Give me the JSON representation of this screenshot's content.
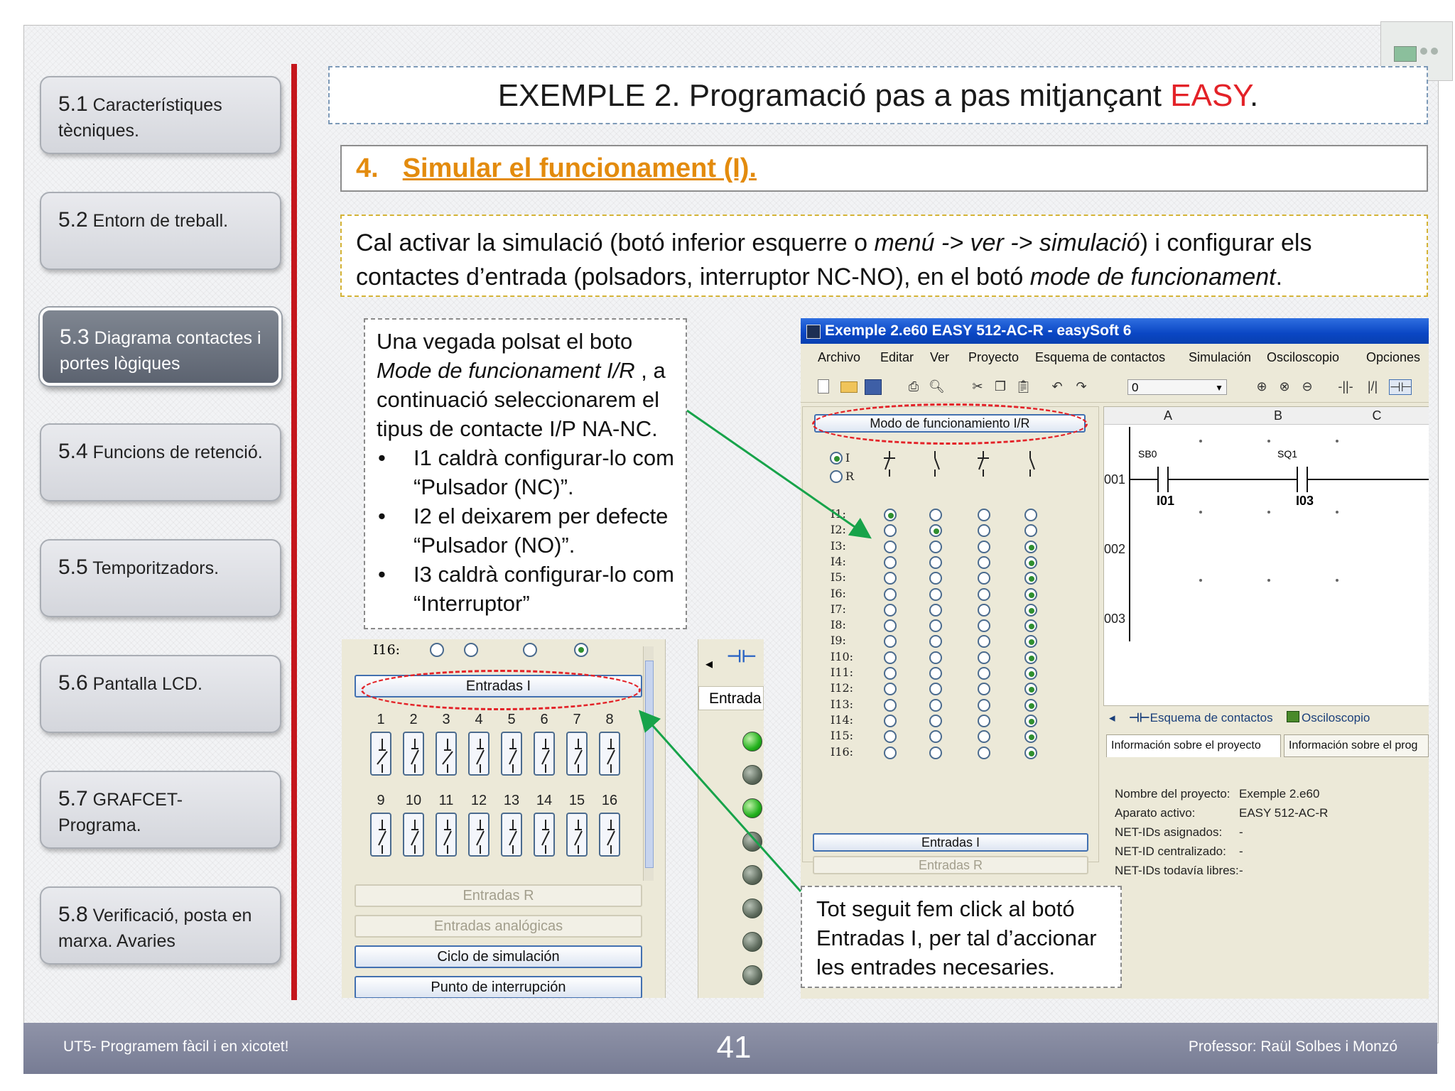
{
  "nav": [
    {
      "num": "5.1",
      "text": "Característiques tècniques.",
      "active": false
    },
    {
      "num": "5.2",
      "text": "Entorn de treball.",
      "active": false
    },
    {
      "num": "5.3",
      "text": "Diagrama contactes i portes lògiques",
      "active": true
    },
    {
      "num": "5.4",
      "text": "Funcions de retenció.",
      "active": false
    },
    {
      "num": "5.5",
      "text": "Temporitzadors.",
      "active": false
    },
    {
      "num": "5.6",
      "text": "Pantalla LCD.",
      "active": false
    },
    {
      "num": "5.7",
      "text": "GRAFCET-Programa.",
      "active": false
    },
    {
      "num": "5.8",
      "text": "Verificació, posta en marxa. Avaries",
      "active": false
    }
  ],
  "title": {
    "main": "EXEMPLE 2. Programació pas a pas mitjançant ",
    "highlight": "EASY",
    "end": "."
  },
  "step": {
    "num": "4.",
    "label": "Simular el funcionament (I)."
  },
  "instruction": {
    "p1": "Cal activar la simulació (botó inferior esquerre o ",
    "i1": "menú -> ver -> simulació",
    "p2": ") i configurar els contactes d’entrada (polsadors, interruptor NC-NO), en el botó ",
    "i2": "mode de funcionament",
    "p3": "."
  },
  "callout1": {
    "l1": "Una vegada polsat el boto",
    "l2i": "Mode de funcionament I/R",
    "l2": " , a continuació seleccionarem el tipus de contacte I/P NA-NC.",
    "bullets": [
      "I1 caldrà configurar-lo com “Pulsador (NC)”.",
      "I2 el deixarem per defecte “Pulsador (NO)”.",
      "I3 caldrà configurar-lo com “Interruptor”"
    ]
  },
  "callout2": {
    "text": "Tot seguit fem click al botó Entradas I, per tal d’accionar les entrades necesaries."
  },
  "left_panel": {
    "row_label": "I16:",
    "entradas_i": "Entradas I",
    "entradas_r": "Entradas R",
    "entradas_analog": "Entradas analógicas",
    "ciclo": "Ciclo de simulación",
    "punto": "Punto de interrupción",
    "nums_top": [
      "1",
      "2",
      "3",
      "4",
      "5",
      "6",
      "7",
      "8"
    ],
    "nums_bottom": [
      "9",
      "10",
      "11",
      "12",
      "13",
      "14",
      "15",
      "16"
    ]
  },
  "mid_panel": {
    "label": "Entrada",
    "leds": [
      "green",
      "off",
      "green",
      "off",
      "off",
      "off",
      "off",
      "off"
    ]
  },
  "window": {
    "title": "Exemple 2.e60 EASY 512-AC-R - easySoft 6",
    "menu": [
      "Archivo",
      "Editar",
      "Ver",
      "Proyecto",
      "Esquema de contactos",
      "Simulación",
      "Osciloscopio",
      "Opciones"
    ],
    "zoom_value": "0",
    "mode_button": "Modo de funcionamiento I/R",
    "radio_i": "I",
    "radio_r": "R",
    "inputs": [
      "I1:",
      "I2:",
      "I3:",
      "I4:",
      "I5:",
      "I6:",
      "I7:",
      "I8:",
      "I9:",
      "I10:",
      "I11:",
      "I12:",
      "I13:",
      "I14:",
      "I15:",
      "I16:"
    ],
    "entradas_i": "Entradas I",
    "entradas_r": "Entradas R",
    "columns": [
      "A",
      "B",
      "C"
    ],
    "rows": [
      "001",
      "002",
      "003"
    ],
    "contacts": [
      {
        "top": "SB0",
        "bottom": "I01"
      },
      {
        "top": "SQ1",
        "bottom": "I03"
      }
    ],
    "tab1": "Esquema de contactos",
    "tab2": "Osciloscopio",
    "infotab1": "Información sobre el proyecto",
    "infotab2": "Información sobre el prog",
    "info": [
      {
        "k": "Nombre del proyecto:",
        "v": "Exemple 2.e60"
      },
      {
        "k": "Aparato activo:",
        "v": "EASY 512-AC-R"
      },
      {
        "k": "NET-IDs asignados:",
        "v": "-"
      },
      {
        "k": "NET-ID centralizado:",
        "v": "-"
      },
      {
        "k": "NET-IDs todavía libres:",
        "v": "-"
      }
    ]
  },
  "footer": {
    "left": "UT5- Programem fàcil i en xicotet!",
    "page": "41",
    "right": "Professor: Raül Solbes i Monzó"
  },
  "colors": {
    "accent_red": "#e32228",
    "step_orange": "#e38b0d",
    "nav_active": "#6b727e",
    "footer": "#8489a0",
    "arrow_green": "#17a34a"
  }
}
